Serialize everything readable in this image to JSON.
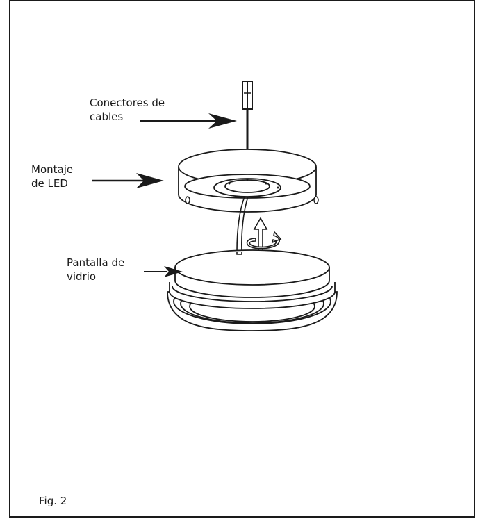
{
  "labels": {
    "wire_connectors": {
      "line1": "Conectores de",
      "line2": "cables"
    },
    "led_assembly": {
      "line1": "Montaje",
      "line2": "de LED"
    },
    "glass_shade": {
      "line1": "Pantalla de",
      "line2": "vidrio"
    }
  },
  "figure_caption": "Fig. 2"
}
